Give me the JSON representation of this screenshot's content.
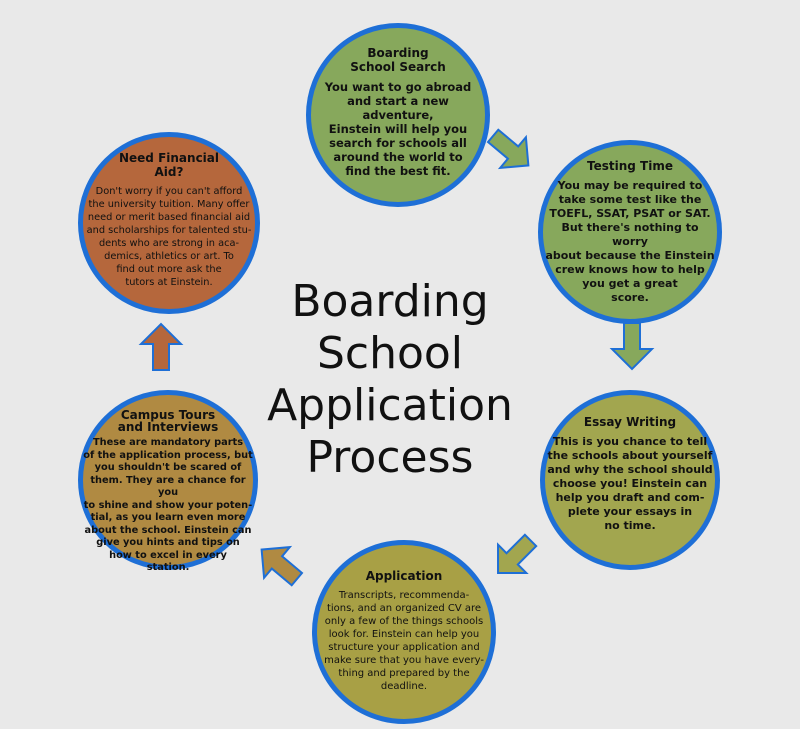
{
  "center_title": "Boarding\nSchool\nApplication\nProcess",
  "colors": {
    "background": "#e9e9e9",
    "ring": "#1e6fd6",
    "green": "#87a85c",
    "olive": "#a2a64f",
    "mustard": "#a8a045",
    "ochre": "#b08a42",
    "rust": "#b5673c"
  },
  "nodes": {
    "search": {
      "title": "Boarding\nSchool Search",
      "body": "You want to go abroad\nand start a new adventure,\nEinstein will help you\nsearch for schools all\naround the world to\nfind the best fit."
    },
    "testing": {
      "title": "Testing Time",
      "body": "You may be required to\ntake some test like the\nTOEFL, SSAT, PSAT or SAT.\nBut there's nothing to worry\nabout because the Einstein\ncrew knows how to help\nyou get a great\nscore."
    },
    "essay": {
      "title": "Essay Writing",
      "body": "This is you chance to tell\nthe schools about yourself\nand why the school should\nchoose you! Einstein can\nhelp you draft and com-\nplete your essays in\nno time."
    },
    "application": {
      "title": "Application",
      "body": "Transcripts, recommenda-\ntions, and an organized CV are\nonly a few of the things schools\nlook for. Einstein can help you\nstructure your application and\nmake sure that you have every-\nthing and prepared by the\ndeadline."
    },
    "tours": {
      "title": "Campus Tours\nand Interviews",
      "body": "These are mandatory parts\nof the application process, but\nyou shouldn't be scared of\nthem. They are a chance for you\nto shine and show your poten-\ntial, as you learn even more\nabout the school. Einstein can\ngive you hints and tips on\nhow to excel in every\nstation."
    },
    "aid": {
      "title": "Need Financial\nAid?",
      "body": "Don't worry if you can't afford\nthe university tuition.  Many offer\nneed or merit based financial aid\nand scholarships for talented stu-\ndents  who are strong in aca-\ndemics, athletics or art. To\nfind out more ask the\ntutors at Einstein."
    }
  }
}
